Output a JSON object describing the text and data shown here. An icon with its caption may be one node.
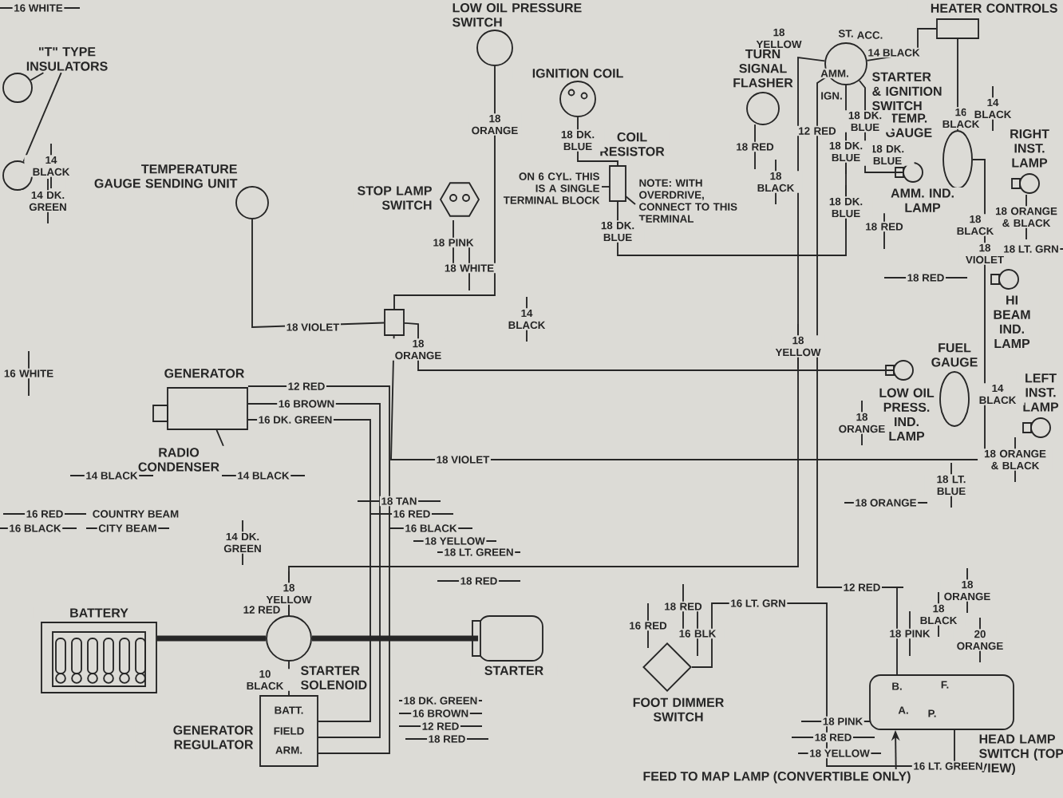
{
  "diagram": {
    "nodes": [
      {
        "text": [
          "\"T\" TYPE INSULATORS"
        ]
      },
      {
        "text": [],
        "shape": "circle"
      },
      {
        "text": [],
        "shape": "circle"
      },
      {
        "text": [
          "TEMPERATURE GAUGE SENDING UNIT"
        ]
      },
      {
        "text": [
          "LOW OIL PRESSURE SWITCH"
        ]
      },
      {
        "text": [
          "STOP LAMP SWITCH"
        ]
      },
      {
        "text": [],
        "shape": "box"
      },
      {
        "text": [
          "IGNITION COIL"
        ]
      },
      {
        "text": [
          "COIL RESISTOR"
        ],
        "beside": [
          "ON 6 CYL. THIS IS A SINGLE TERMINAL BLOCK",
          "NOTE: WITH OVERDRIVE, CONNECT TO THIS TERMINAL"
        ]
      },
      {
        "text": [
          "TURN SIGNAL FLASHER"
        ]
      },
      {
        "text": [
          "STARTER & IGNITION SWITCH"
        ]
      },
      {
        "text": [
          "HEATER CONTROLS"
        ]
      },
      {
        "text": [
          "TEMP. GAUGE"
        ]
      },
      {
        "text": [
          "AMM. IND. LAMP"
        ]
      },
      {
        "text": [
          "RIGHT INST. LAMP"
        ]
      },
      {
        "text": [
          "HI BEAM IND. LAMP"
        ]
      },
      {
        "text": [
          "LOW OIL PRESS. IND. LAMP"
        ]
      },
      {
        "text": [
          "FUEL GAUGE"
        ]
      },
      {
        "text": [
          "LEFT INST. LAMP"
        ]
      },
      {
        "text": [
          "GENERATOR"
        ]
      },
      {
        "text": [
          "RADIO CONDENSER"
        ]
      },
      {
        "text": [
          "BATTERY"
        ]
      },
      {
        "text": [
          "STARTER SOLENOID"
        ]
      },
      {
        "text": [
          "STARTER"
        ]
      },
      {
        "text": [
          "GENERATOR REGULATOR"
        ]
      },
      {
        "text": [
          "FOOT DIMMER SWITCH"
        ]
      },
      {
        "text": [
          "HEAD LAMP SWITCH (TOP VIEW)"
        ]
      },
      {
        "text": [
          "FEED TO MAP LAMP (CONVERTIBLE ONLY)"
        ]
      }
    ],
    "edges": [
      {
        "from": 0,
        "to": 1,
        "arrow": "none"
      },
      {
        "from": 0,
        "to": 2,
        "arrow": "none"
      },
      {
        "from": 3,
        "to": 6,
        "arrow": "none",
        "label": "18 VIOLET"
      },
      {
        "from": 4,
        "to": 6,
        "arrow": "none",
        "label": "18 ORANGE"
      },
      {
        "from": 6,
        "to": 16,
        "arrow": "none",
        "label": "18 ORANGE"
      },
      {
        "from": 6,
        "to": 12,
        "arrow": "none",
        "label": "18 VIOLET"
      },
      {
        "from": 7,
        "to": 8,
        "arrow": "none",
        "label": "18 DK. BLUE"
      },
      {
        "from": 8,
        "to": 10,
        "arrow": "none",
        "label": "18 DK. BLUE"
      },
      {
        "from": 10,
        "to": 22,
        "arrow": "none",
        "label": "18 YELLOW"
      },
      {
        "from": 10,
        "to": 13,
        "arrow": "none",
        "label": "18 DK. BLUE"
      },
      {
        "from": 10,
        "to": 11,
        "arrow": "none",
        "label": "14 BLACK"
      },
      {
        "from": 11,
        "to": 12,
        "arrow": "none",
        "label": "16 BLACK"
      },
      {
        "from": 19,
        "to": 24,
        "arrow": "none",
        "label": "12 RED"
      },
      {
        "from": 19,
        "to": 24,
        "arrow": "none",
        "label": "16 BROWN"
      },
      {
        "from": 19,
        "to": 24,
        "arrow": "none",
        "label": "16 DK. GREEN"
      },
      {
        "from": 21,
        "to": 22,
        "arrow": "none",
        "style": "thick"
      },
      {
        "from": 22,
        "to": 23,
        "arrow": "none",
        "style": "thick"
      },
      {
        "from": 22,
        "to": 24,
        "arrow": "none",
        "label": "10 BLACK"
      },
      {
        "from": 20,
        "to": 19,
        "arrow": "none"
      },
      {
        "from": 27,
        "to": 26,
        "arrow": "to"
      },
      {
        "from": 10,
        "to": 26,
        "arrow": "none",
        "label": "12 RED"
      },
      {
        "from": 25,
        "to": 26,
        "arrow": "none",
        "label": "16 LT. GRN"
      }
    ],
    "labels": [
      "16 WHITE",
      "14 BLACK",
      "14 DK. GREEN",
      "16 WHITE",
      "18 PINK",
      "18 WHITE",
      "ST.",
      "AMM.",
      "ACC.",
      "IGN.",
      "14 BLACK",
      "18 RED",
      "18 DK. BLUE",
      "18 BLACK",
      "18 DK. BLUE",
      "18 DK. BLUE",
      "18 RED",
      "18 BLACK",
      "18 ORANGE & BLACK",
      "18 VIOLET",
      "18 LT. GRN",
      "18 RED",
      "14 BLACK",
      "18 YELLOW",
      "14 BLACK",
      "18 ORANGE",
      "18 ORANGE & BLACK",
      "18 LT. BLUE",
      "14 BLACK",
      "14 BLACK",
      "18 TAN",
      "18 ORANGE",
      "16 RED",
      "COUNTRY BEAM",
      "16 RED",
      "16 BLACK",
      "CITY BEAM",
      "16 BLACK",
      "18 YELLOW",
      "14 DK. GREEN",
      "18 LT. GREEN",
      "18 RED",
      "18 YELLOW",
      "12 RED",
      "12 RED",
      "18 RED",
      "18 ORANGE",
      "18 BLACK",
      "16 RED",
      "16 BLK",
      "18 PINK",
      "20 ORANGE",
      "B.",
      "F.",
      "A.",
      "P.",
      "18 DK. GREEN",
      "16 BROWN",
      "BATT.",
      "12 RED",
      "FIELD",
      "18 RED",
      "ARM.",
      "18 PINK",
      "18 RED",
      "18 YELLOW",
      "16 LT. GREEN"
    ]
  }
}
